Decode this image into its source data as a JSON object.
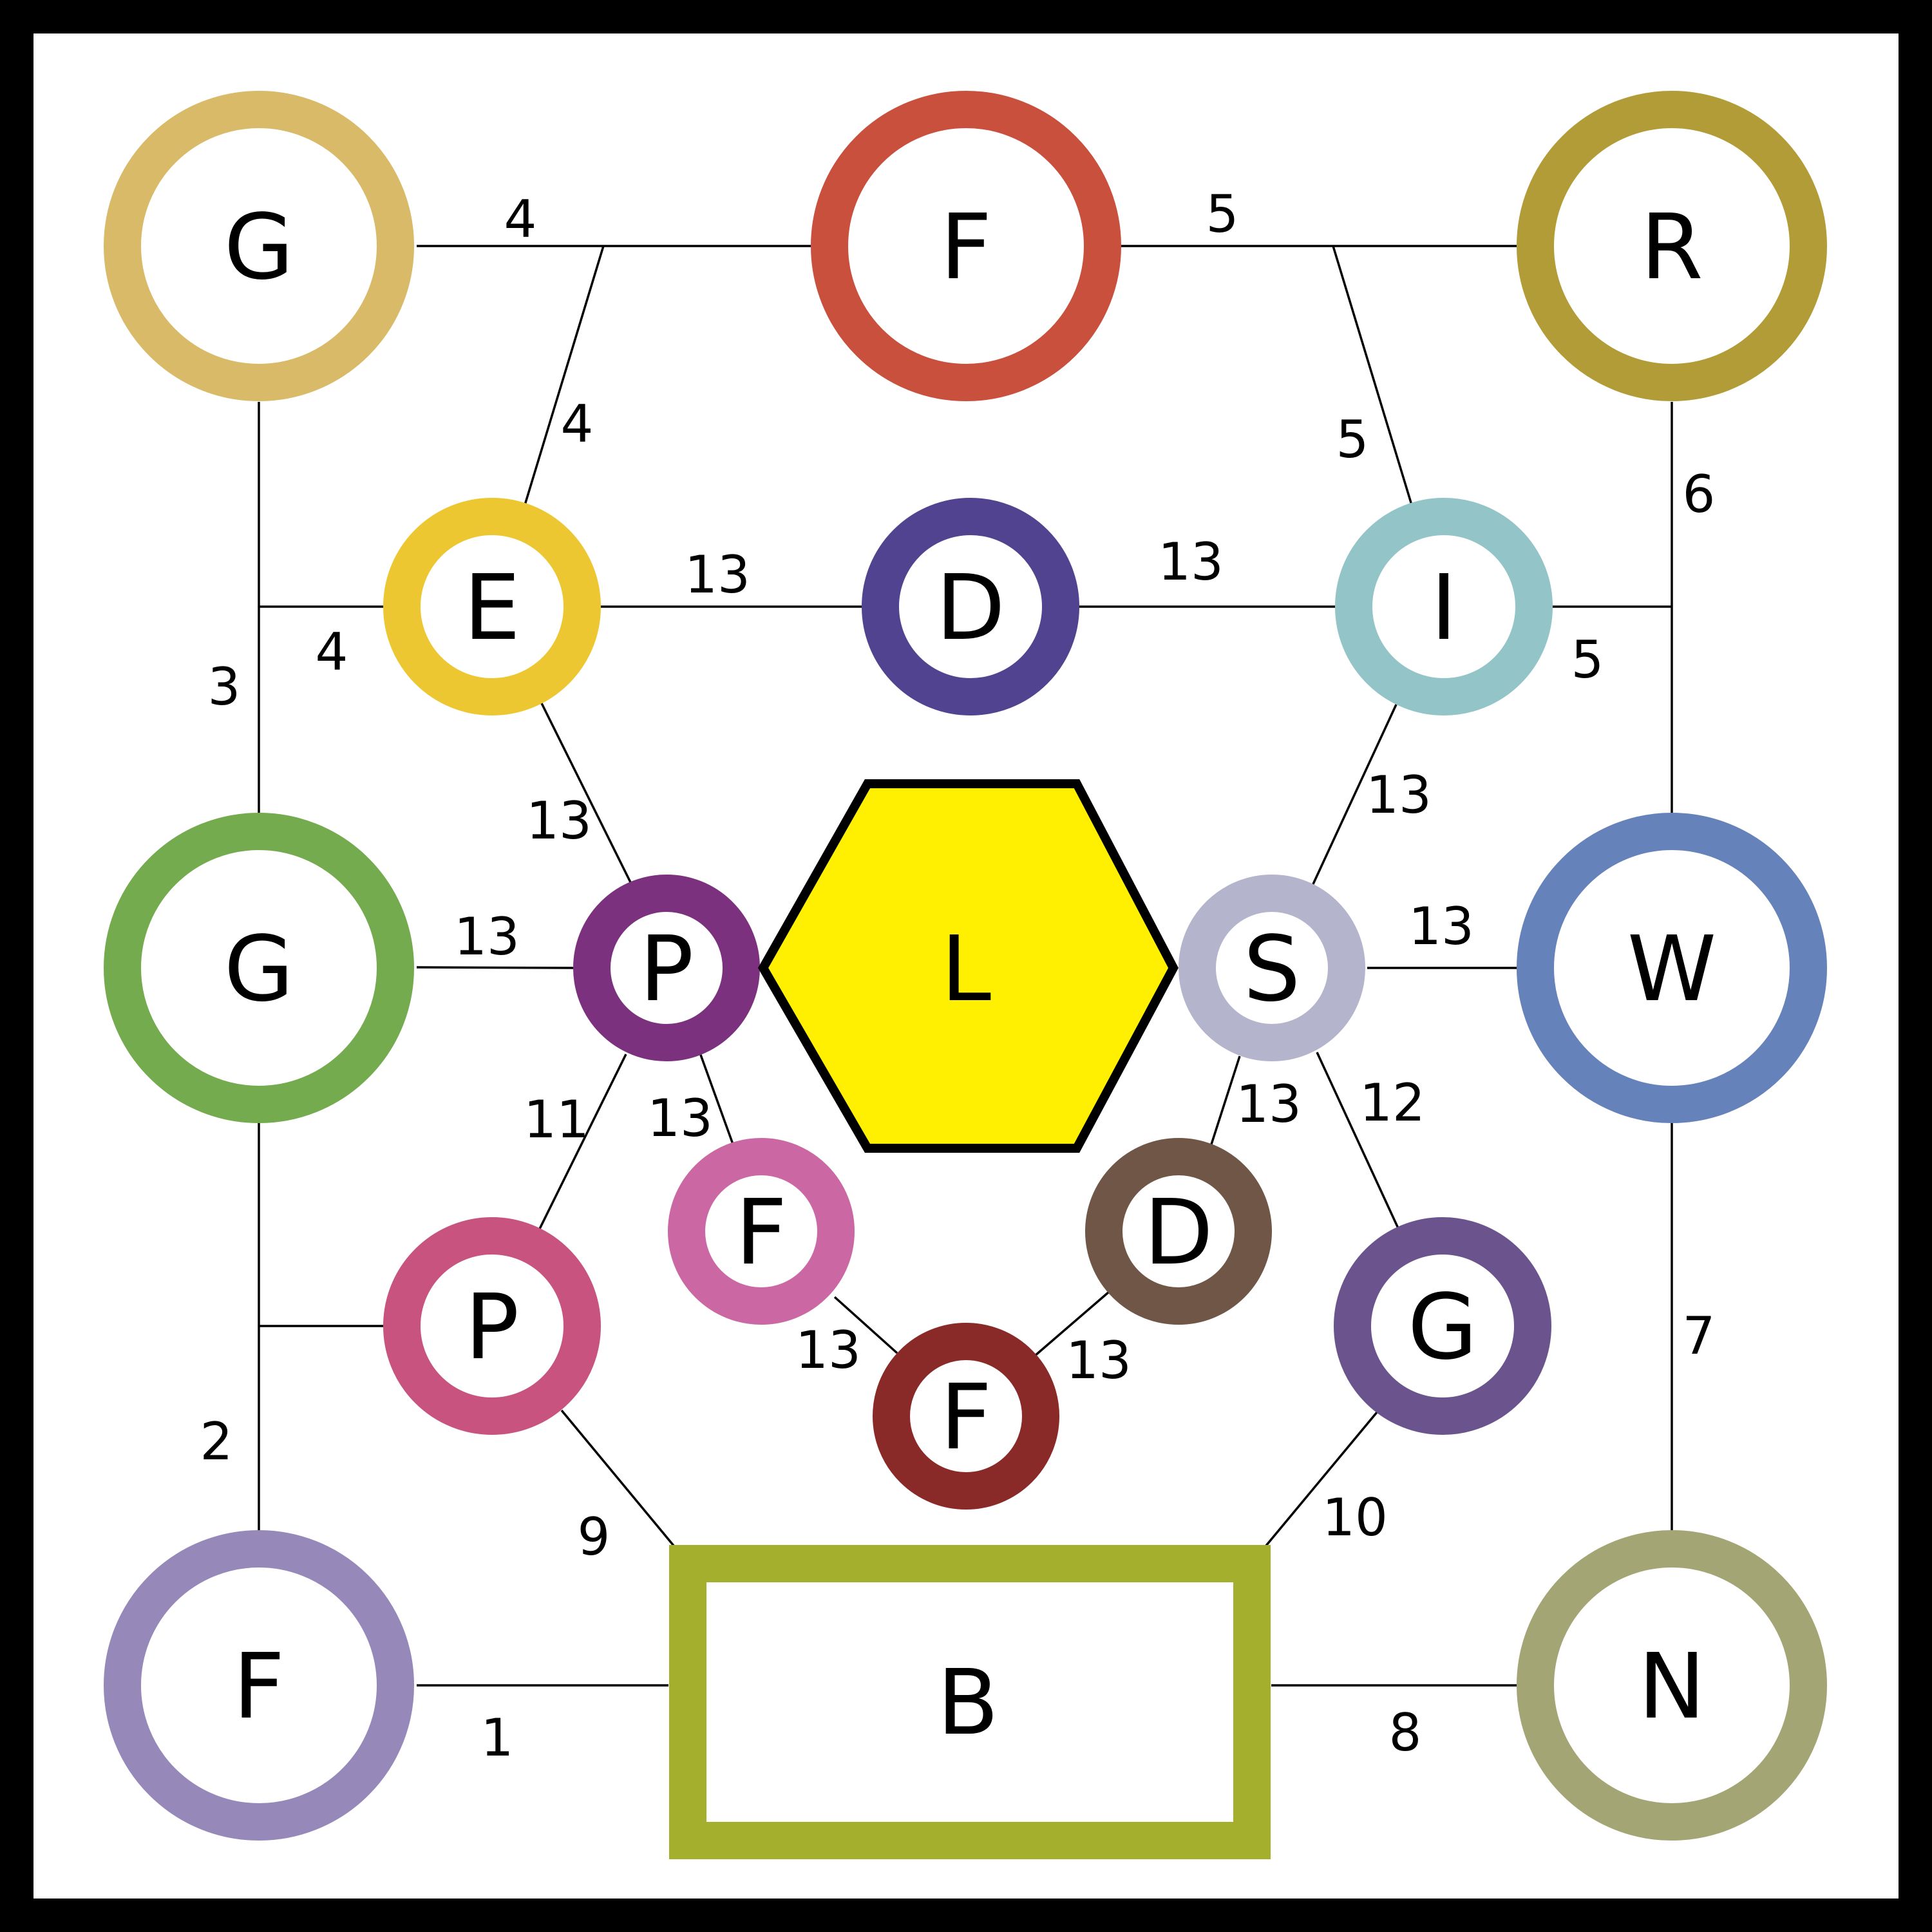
{
  "nodes": [
    {
      "id": "g_top",
      "letter": "G",
      "shape": "circle",
      "color": "#D9BA68"
    },
    {
      "id": "f_top",
      "letter": "F",
      "shape": "circle",
      "color": "#C9503D"
    },
    {
      "id": "r",
      "letter": "R",
      "shape": "circle",
      "color": "#B29C37"
    },
    {
      "id": "e",
      "letter": "E",
      "shape": "circle",
      "color": "#EDC731"
    },
    {
      "id": "d_top",
      "letter": "D",
      "shape": "circle",
      "color": "#514390"
    },
    {
      "id": "i",
      "letter": "I",
      "shape": "circle",
      "color": "#93C4C7"
    },
    {
      "id": "g_mid",
      "letter": "G",
      "shape": "circle",
      "color": "#74AB4F"
    },
    {
      "id": "p_mid",
      "letter": "P",
      "shape": "circle",
      "color": "#7B317D"
    },
    {
      "id": "l",
      "letter": "L",
      "shape": "hexagon",
      "color": "#FFEF00"
    },
    {
      "id": "s",
      "letter": "S",
      "shape": "circle",
      "color": "#B4B5CC"
    },
    {
      "id": "w",
      "letter": "W",
      "shape": "circle",
      "color": "#6582BB"
    },
    {
      "id": "f_pink",
      "letter": "F",
      "shape": "circle",
      "color": "#CB68A3"
    },
    {
      "id": "d_brown",
      "letter": "D",
      "shape": "circle",
      "color": "#6F5647"
    },
    {
      "id": "p_low",
      "letter": "P",
      "shape": "circle",
      "color": "#C7537E"
    },
    {
      "id": "f_dark",
      "letter": "F",
      "shape": "circle",
      "color": "#8A2A28"
    },
    {
      "id": "g_low",
      "letter": "G",
      "shape": "circle",
      "color": "#6B548D"
    },
    {
      "id": "f_bot",
      "letter": "F",
      "shape": "circle",
      "color": "#9689BA"
    },
    {
      "id": "b",
      "letter": "B",
      "shape": "rectangle",
      "color": "#A3AF2D"
    },
    {
      "id": "n",
      "letter": "N",
      "shape": "circle",
      "color": "#A4A574"
    }
  ],
  "edge_weights": {
    "g_top_f_top": "4",
    "f_top_r": "5",
    "junction_e_top": "4",
    "junction_i_top": "5",
    "r_w": "6",
    "g_top_g_mid": "3",
    "e_junction_left": "4",
    "i_junction_right": "5",
    "e_d_top": "13",
    "d_top_i": "13",
    "e_p_mid": "13",
    "i_s": "13",
    "g_mid_p_mid": "13",
    "s_w": "13",
    "p_mid_p_low": "11",
    "p_mid_f_pink": "13",
    "s_d_brown": "13",
    "s_g_low": "12",
    "f_pink_f_dark": "13",
    "d_brown_f_dark": "13",
    "g_mid_f_bot": "2",
    "w_n": "7",
    "p_low_b": "9",
    "g_low_b": "10",
    "f_bot_b": "1",
    "b_n": "8"
  }
}
